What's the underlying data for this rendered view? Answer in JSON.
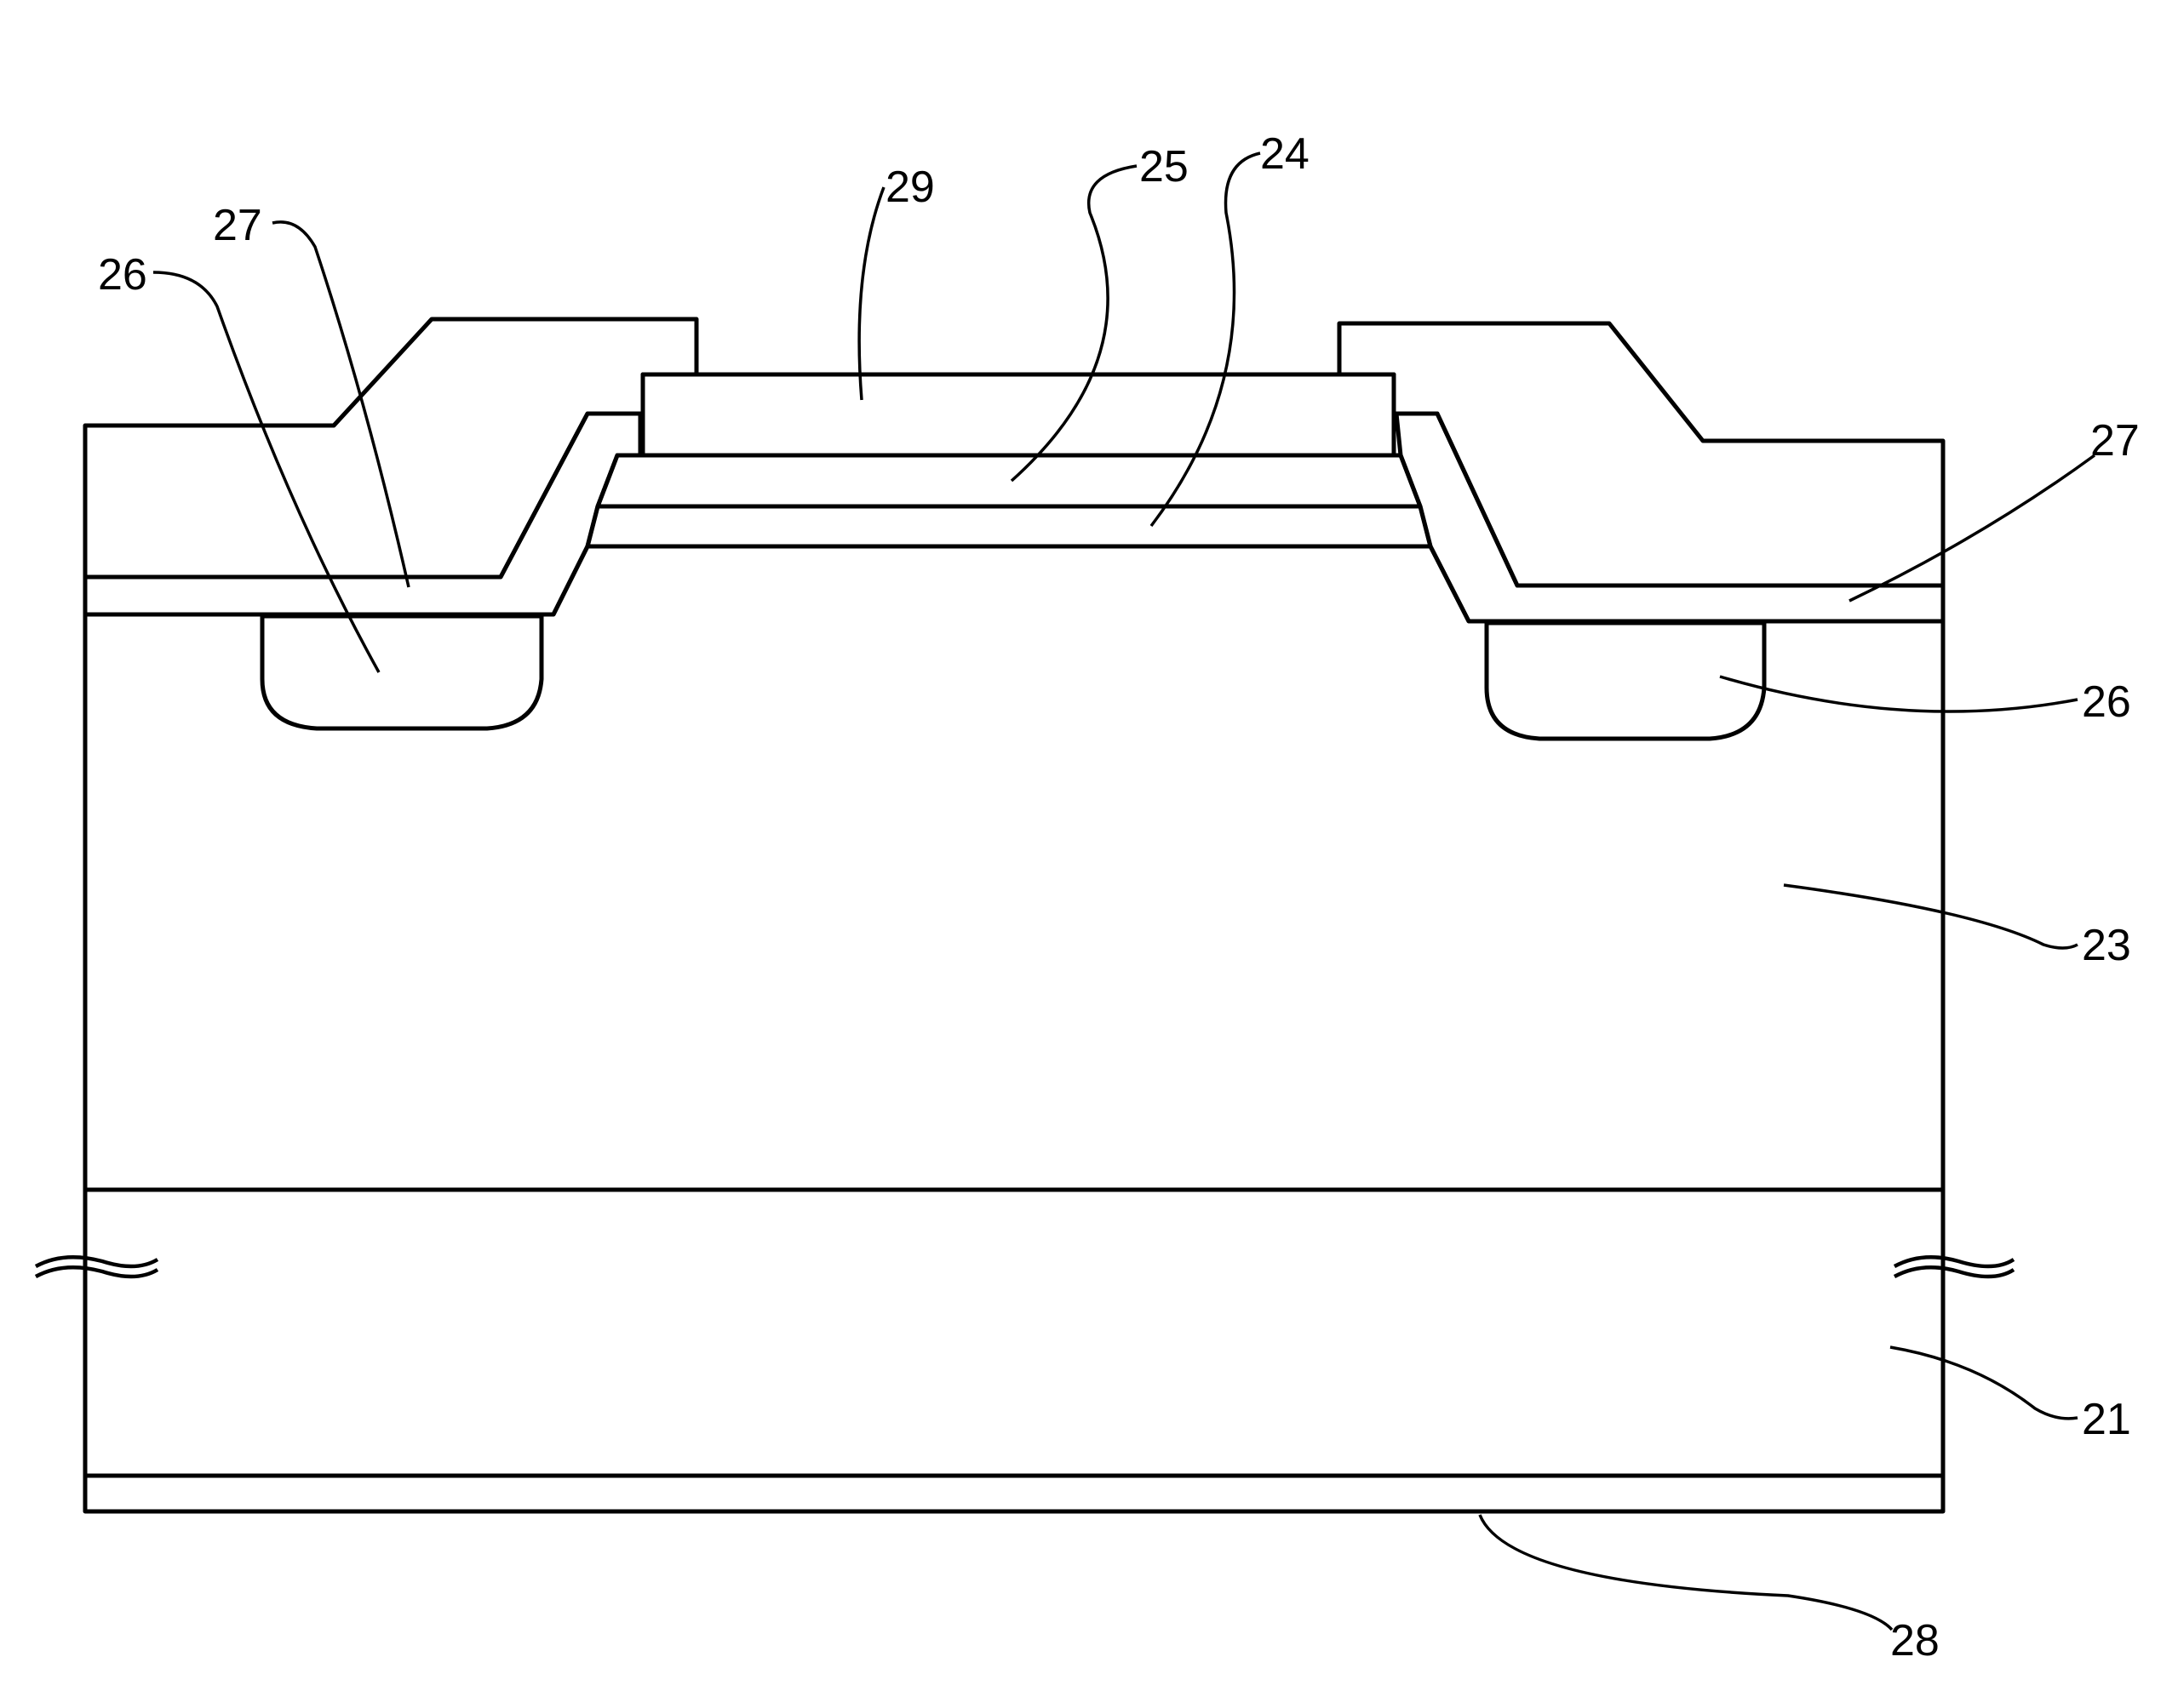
{
  "figure": {
    "labels": {
      "substrate": "21",
      "drift_layer": "23",
      "channel_layer": "24",
      "barrier_layer": "25",
      "implant_region": "26",
      "insulating_film": "27",
      "back_electrode": "28",
      "gate_electrode": "29"
    }
  }
}
